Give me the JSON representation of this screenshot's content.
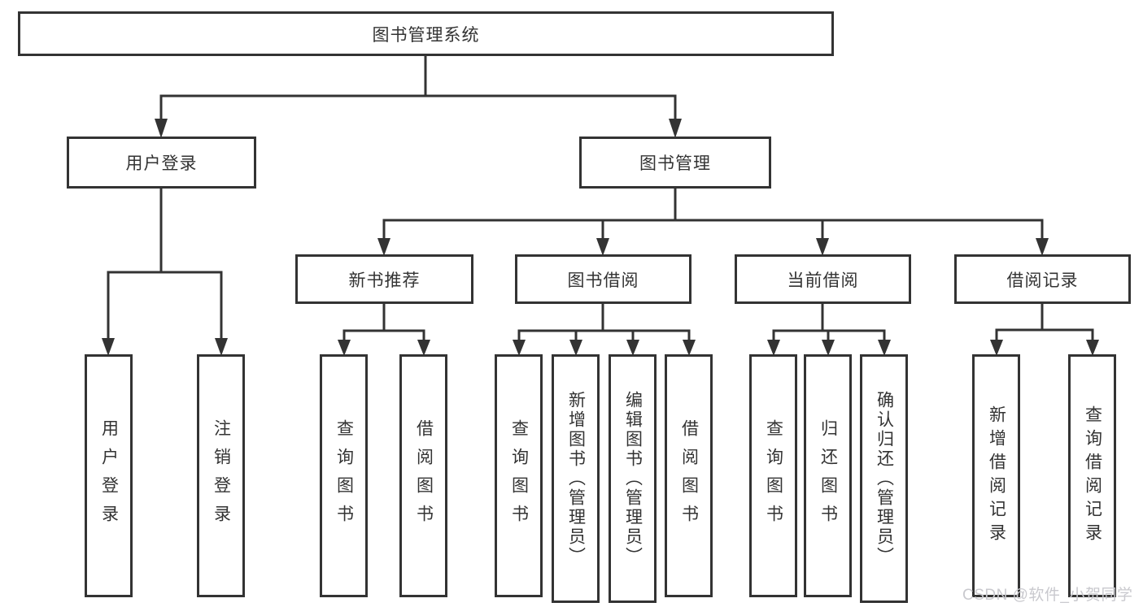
{
  "nodes": {
    "root": {
      "label": "图书管理系统"
    },
    "login": {
      "label": "用户登录"
    },
    "book_mgmt": {
      "label": "图书管理"
    },
    "new_book": {
      "label": "新书推荐"
    },
    "book_borrow": {
      "label": "图书借阅"
    },
    "current_borrow": {
      "label": "当前借阅"
    },
    "borrow_records": {
      "label": "借阅记录"
    },
    "user_login": {
      "label": "用户登录"
    },
    "logout": {
      "label": "注销登录"
    },
    "query_book_nb": {
      "label": "查询图书"
    },
    "borrow_book_nb": {
      "label": "借阅图书"
    },
    "query_book_bb": {
      "label": "查询图书"
    },
    "add_book": {
      "label": "新增图书（管理员）"
    },
    "edit_book": {
      "label": "编辑图书（管理员）"
    },
    "borrow_book_bb": {
      "label": "借阅图书"
    },
    "query_book_cb": {
      "label": "查询图书"
    },
    "return_book": {
      "label": "归还图书"
    },
    "confirm_return": {
      "label": "确认归还（管理员）"
    },
    "add_borrow_record": {
      "label": "新增借阅记录"
    },
    "query_borrow_record": {
      "label": "查询借阅记录"
    }
  },
  "structure": {
    "root": [
      "login",
      "book_mgmt"
    ],
    "login": [
      "user_login",
      "logout"
    ],
    "book_mgmt": [
      "new_book",
      "book_borrow",
      "current_borrow",
      "borrow_records"
    ],
    "new_book": [
      "query_book_nb",
      "borrow_book_nb"
    ],
    "book_borrow": [
      "query_book_bb",
      "add_book",
      "edit_book",
      "borrow_book_bb"
    ],
    "current_borrow": [
      "query_book_cb",
      "return_book",
      "confirm_return"
    ],
    "borrow_records": [
      "add_borrow_record",
      "query_borrow_record"
    ]
  },
  "watermark": {
    "text": "CSDN @软件_小贺同学"
  },
  "colors": {
    "line": "#333333",
    "box_border": "#333333",
    "text": "#333333",
    "watermark": "#c9c9ce",
    "background": "#ffffff"
  }
}
